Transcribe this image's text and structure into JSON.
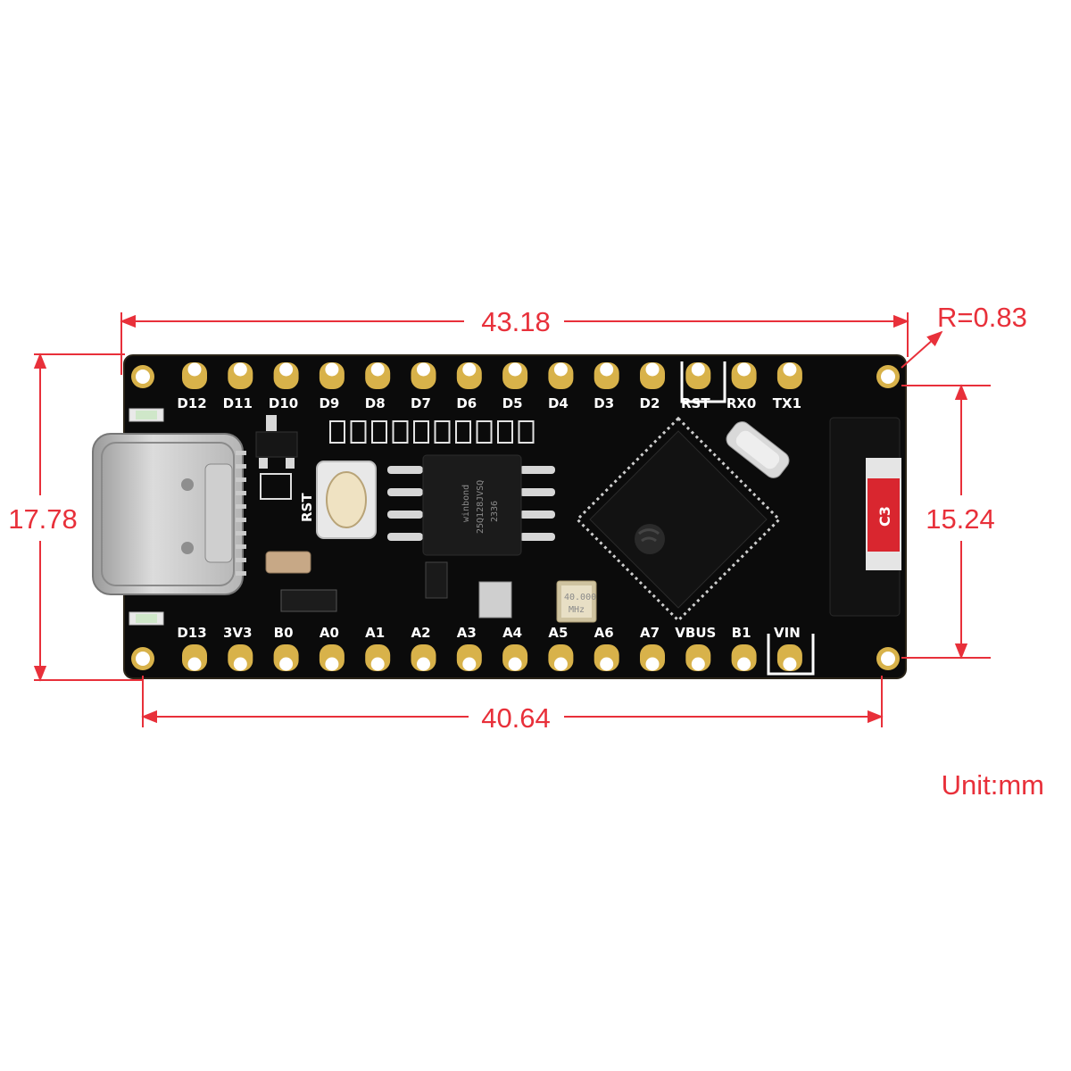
{
  "dimensions": {
    "width_top": "43.18",
    "width_bottom": "40.64",
    "height_left": "17.78",
    "height_right": "15.24",
    "radius": "R=0.83",
    "unit": "Unit:mm"
  },
  "pins_top": [
    "D12",
    "D11",
    "D10",
    "D9",
    "D8",
    "D7",
    "D6",
    "D5",
    "D4",
    "D3",
    "D2",
    "RST",
    "RX0",
    "TX1"
  ],
  "pins_bottom": [
    "D13",
    "3V3",
    "B0",
    "A0",
    "A1",
    "A2",
    "A3",
    "A4",
    "A5",
    "A6",
    "A7",
    "VBUS",
    "B1",
    "VIN"
  ],
  "board": {
    "reset_label": "RST",
    "flash_brand": "winbond",
    "flash_part": "25Q128JVSQ",
    "flash_code": "2336",
    "crystal_label": "40.000",
    "crystal_unit": "MHz",
    "antenna_label": "C3"
  },
  "colors": {
    "dimension": "#e8303a",
    "pcb": "#0b0b0b",
    "pad_gold": "#d8b24a",
    "silkscreen": "#ffffff"
  }
}
